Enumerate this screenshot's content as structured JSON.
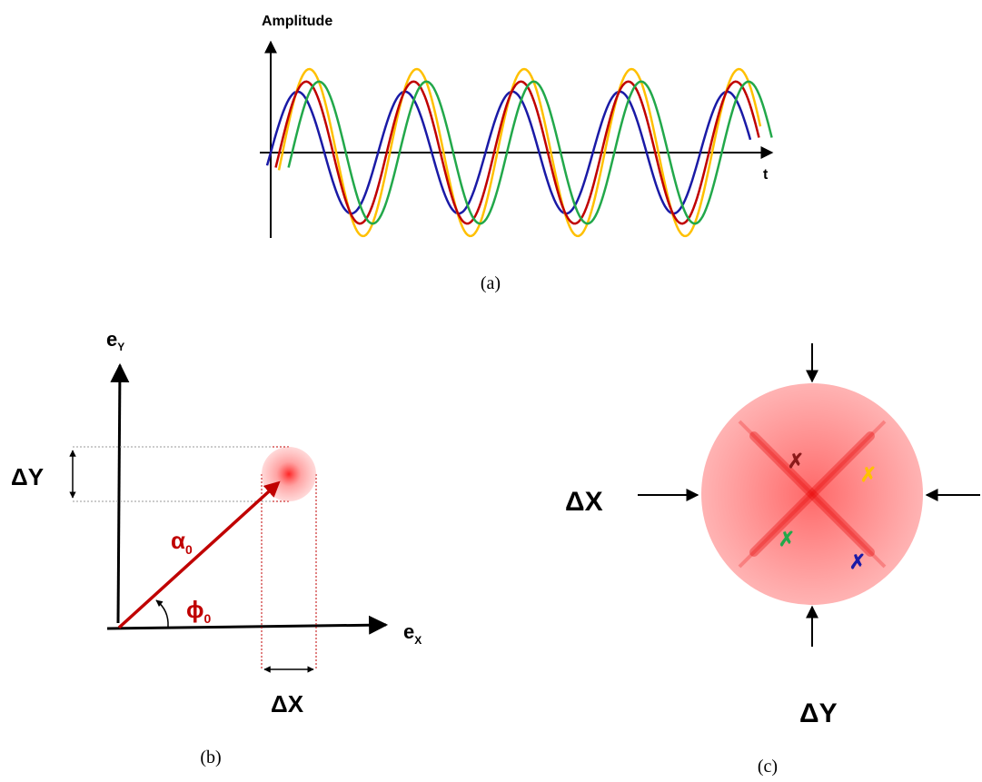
{
  "panel_a": {
    "y_axis_label": "Amplitude",
    "x_axis_label": "t",
    "caption": "(a)",
    "waves": [
      {
        "color": "#1a1aa6",
        "amplitude": 0.73,
        "phase_offset": 0.0
      },
      {
        "color": "#ffc000",
        "amplitude": 1.0,
        "phase_offset": 0.11
      },
      {
        "color": "#c00000",
        "amplitude": 0.85,
        "phase_offset": 0.08
      },
      {
        "color": "#22a84a",
        "amplitude": 0.85,
        "phase_offset": 0.2
      }
    ],
    "cycles_shown": 4.5
  },
  "panel_b": {
    "y_axis_label": "e",
    "y_axis_sub": "Y",
    "x_axis_label": "e",
    "x_axis_sub": "X",
    "vector_label": "α",
    "vector_sub": "0",
    "angle_label": "ϕ",
    "angle_sub": "0",
    "delta_y_label": "ΔY",
    "delta_x_label": "ΔX",
    "caption": "(b)",
    "vector_color": "#c00000",
    "blob_color": "#ff0000"
  },
  "panel_c": {
    "delta_x_label": "ΔX",
    "delta_y_label": "ΔY",
    "caption": "(c)",
    "disk_color": "#ff6b6b",
    "markers": [
      {
        "glyph": "✗",
        "color": "#8b1a1a"
      },
      {
        "glyph": "✗",
        "color": "#ffc000"
      },
      {
        "glyph": "✗",
        "color": "#22a84a"
      },
      {
        "glyph": "✗",
        "color": "#1a1aa6"
      }
    ]
  }
}
